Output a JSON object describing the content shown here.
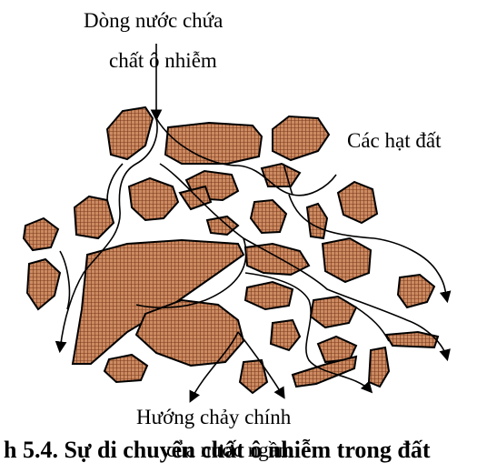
{
  "labels": {
    "top_line1": "Dòng nước chứa",
    "top_line2": "chất ô nhiễm",
    "right": "Các hạt đất",
    "bottom_line1": "Hướng chảy chính",
    "bottom_line2": "của nước ngầm",
    "caption": "h 5.4. Sự di chuyển chất ô nhiễm trong đất"
  },
  "colors": {
    "particle_fill": "#cd8b62",
    "particle_grid": "#7a3a1c",
    "outline": "#000000"
  }
}
